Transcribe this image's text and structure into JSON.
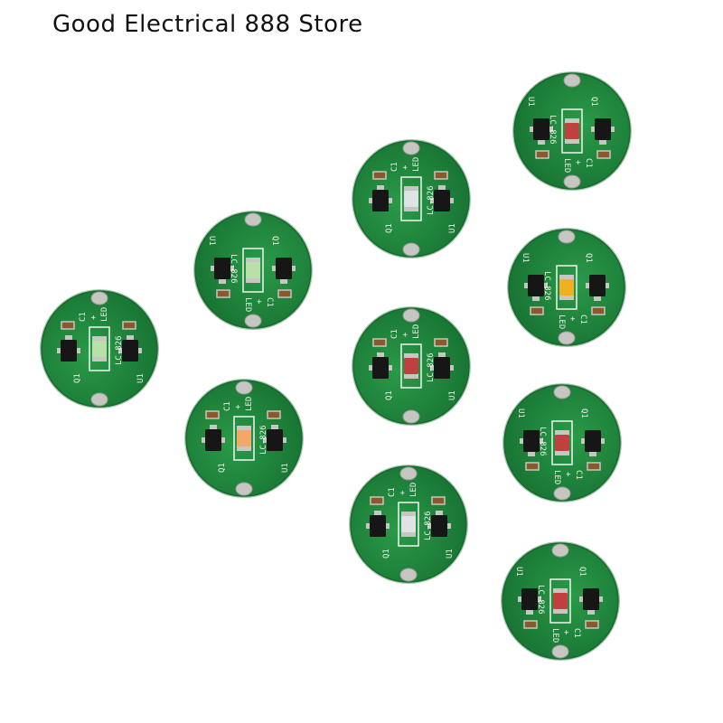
{
  "header": {
    "store_name": "Good Electrical 888 Store"
  },
  "colors": {
    "pcb": "#1f8a3c",
    "pcb_dark": "#166b2e",
    "silkscreen": "#eef6ee",
    "chip": "#161616",
    "pad": "#c6c6c2",
    "cap": "#8a5a2c",
    "led_white": "#dfe3e6",
    "led_green": "#b8e0a8",
    "led_yellow": "#f0b020",
    "led_orange": "#f2a868",
    "led_red": "#c04040"
  },
  "silkscreen_labels": {
    "model": "LC-826",
    "transistor": "Q1",
    "regulator": "U1",
    "capacitor": "C1",
    "positive": "+",
    "led": "LED"
  },
  "boards": [
    {
      "led_color": "led_green"
    },
    {
      "led_color": "led_green"
    },
    {
      "led_color": "led_orange"
    },
    {
      "led_color": "led_white"
    },
    {
      "led_color": "led_red"
    },
    {
      "led_color": "led_white"
    },
    {
      "led_color": "led_red"
    },
    {
      "led_color": "led_yellow"
    },
    {
      "led_color": "led_red"
    },
    {
      "led_color": "led_red"
    }
  ]
}
